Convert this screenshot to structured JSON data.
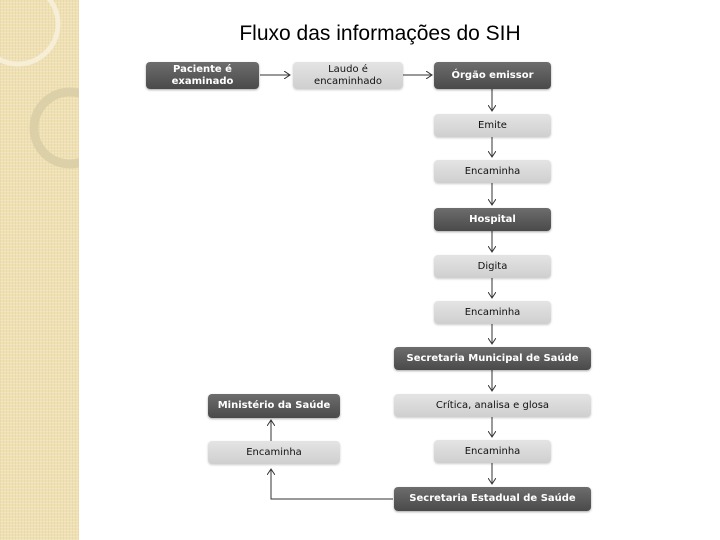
{
  "title": "Fluxo das informações do SIH",
  "nodes": {
    "paciente": "Paciente é examinado",
    "laudo": "Laudo é encaminhado",
    "orgao_emissor": "Órgão emissor",
    "emite": "Emite",
    "encaminha_1": "Encaminha",
    "hospital": "Hospital",
    "digita": "Digita",
    "encaminha_2": "Encaminha",
    "secretaria_municipal": "Secretaria Municipal de Saúde",
    "critica": "Crítica, analisa e glosa",
    "encaminha_3": "Encaminha",
    "secretaria_estadual": "Secretaria Estadual de Saúde",
    "encaminha_4": "Encaminha",
    "ministerio": "Ministério da Saúde"
  },
  "colors": {
    "dark_node": "#555555",
    "light_node": "#d9d9d9",
    "arrow": "#333333"
  }
}
